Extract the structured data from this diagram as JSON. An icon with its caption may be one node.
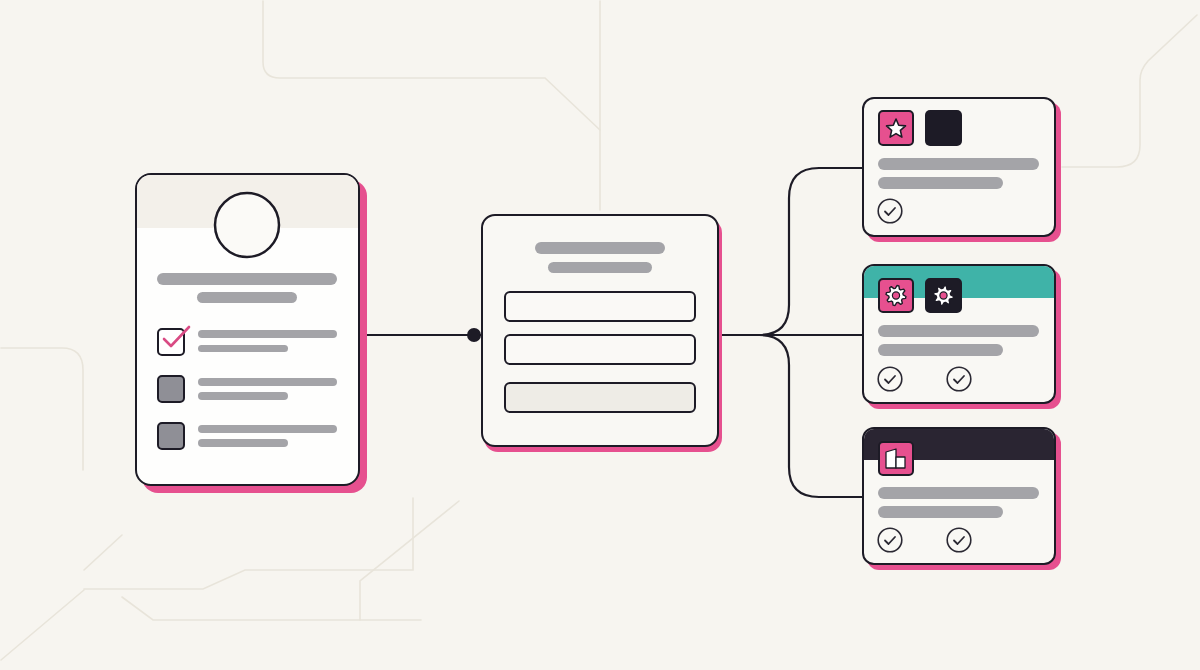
{
  "diagram": {
    "nodes": [
      {
        "text": [],
        "shape": "box"
      },
      {
        "text": [],
        "shape": "box"
      },
      {
        "text": [],
        "shape": "box"
      },
      {
        "text": [],
        "shape": "box"
      },
      {
        "text": [],
        "shape": "box"
      }
    ],
    "edges": [
      {
        "from": 0,
        "to": 1,
        "arrow": "other"
      },
      {
        "from": 1,
        "to": 2,
        "arrow": "none"
      },
      {
        "from": 1,
        "to": 3,
        "arrow": "none"
      },
      {
        "from": 1,
        "to": 4,
        "arrow": "none"
      }
    ]
  }
}
